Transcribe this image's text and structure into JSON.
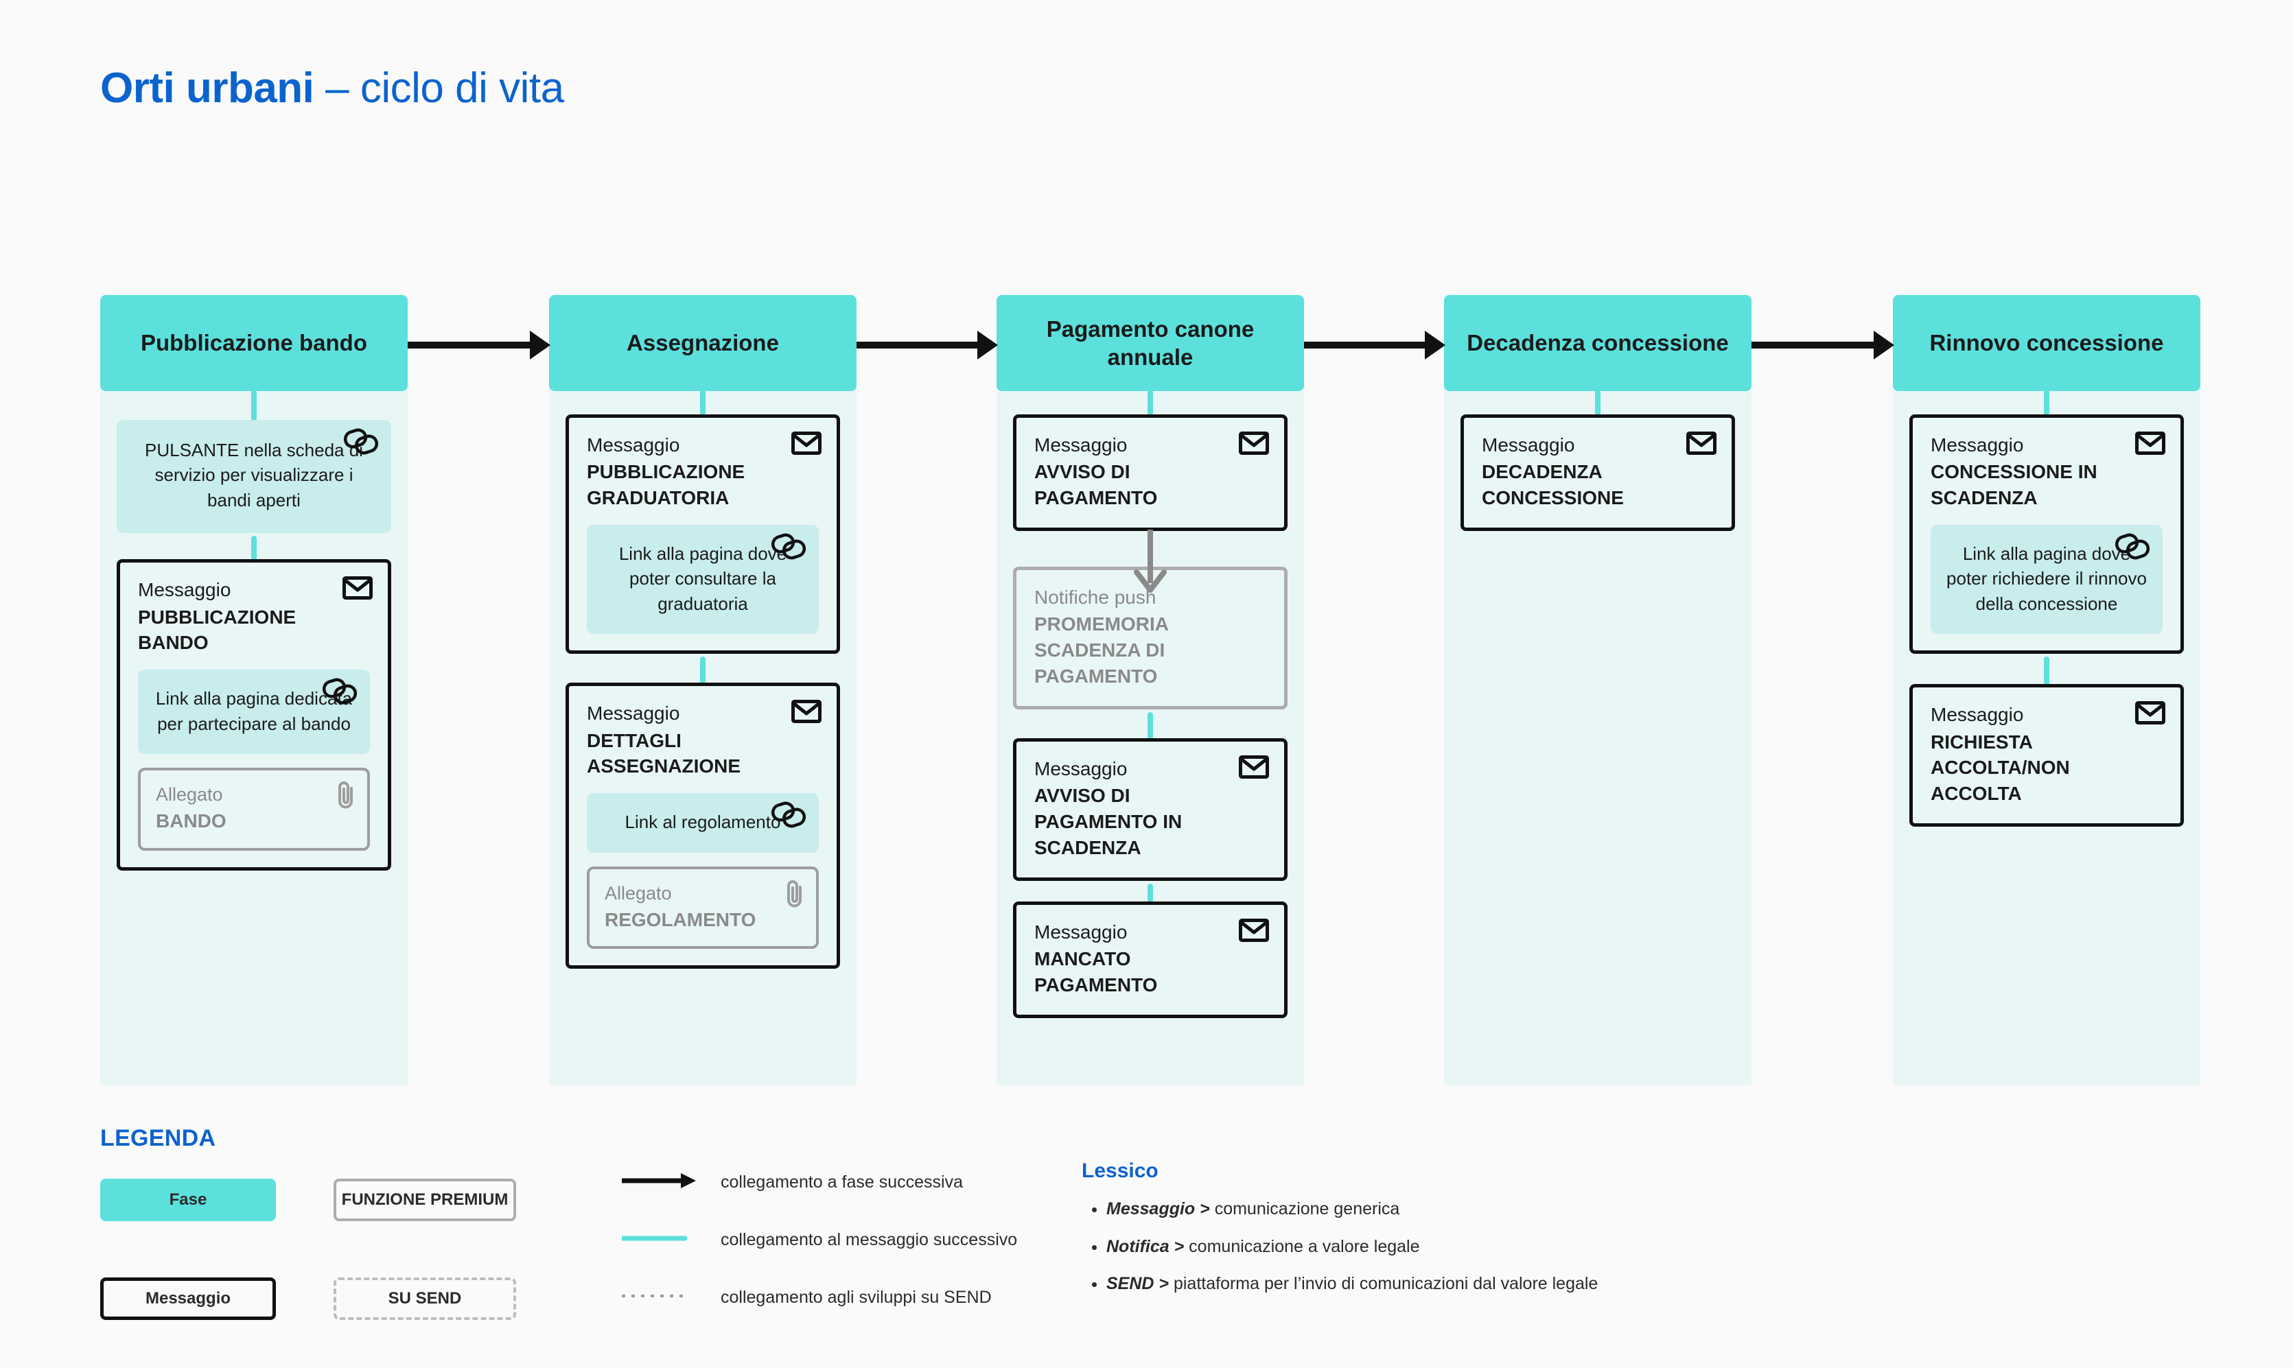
{
  "title": {
    "strong": "Orti urbani",
    "light": " – ciclo di vita"
  },
  "columns": [
    {
      "phase": "Pubblicazione bando",
      "nodes": [
        {
          "kind": "plainlink",
          "icon": "link-icon",
          "text": "PULSANTE nella scheda di servizio per visualizzare i bandi aperti"
        },
        {
          "kind": "message",
          "icon": "envelope-icon",
          "kicker": "Messaggio",
          "title": "PUBBLICAZIONE BANDO",
          "link": {
            "icon": "link-icon",
            "text": "Link alla pagina dedicata per partecipare al bando"
          },
          "attachment": {
            "icon": "paperclip-icon",
            "kicker": "Allegato",
            "name": "BANDO"
          }
        }
      ]
    },
    {
      "phase": "Assegnazione",
      "nodes": [
        {
          "kind": "message",
          "icon": "envelope-icon",
          "kicker": "Messaggio",
          "title": "PUBBLICAZIONE GRADUATORIA",
          "link": {
            "icon": "link-icon",
            "text": "Link alla pagina dove poter consultare la graduatoria"
          }
        },
        {
          "kind": "message",
          "icon": "envelope-icon",
          "kicker": "Messaggio",
          "title": "DETTAGLI ASSEGNAZIONE",
          "link": {
            "icon": "link-icon",
            "text": "Link al regolamento"
          },
          "attachment": {
            "icon": "paperclip-icon",
            "kicker": "Allegato",
            "name": "REGOLAMENTO"
          }
        }
      ]
    },
    {
      "phase": "Pagamento canone annuale",
      "nodes": [
        {
          "kind": "message",
          "icon": "envelope-icon",
          "kicker": "Messaggio",
          "title": "AVVISO DI PAGAMENTO"
        },
        {
          "kind": "push",
          "kicker": "Notifiche push",
          "title": "PROMEMORIA SCADENZA DI PAGAMENTO"
        },
        {
          "kind": "message",
          "icon": "envelope-icon",
          "kicker": "Messaggio",
          "title": "AVVISO DI PAGAMENTO IN SCADENZA"
        },
        {
          "kind": "message",
          "icon": "envelope-icon",
          "kicker": "Messaggio",
          "title": "MANCATO PAGAMENTO"
        }
      ]
    },
    {
      "phase": "Decadenza concessione",
      "nodes": [
        {
          "kind": "message",
          "icon": "envelope-icon",
          "kicker": "Messaggio",
          "title": "DECADENZA CONCESSIONE"
        }
      ]
    },
    {
      "phase": "Rinnovo concessione",
      "nodes": [
        {
          "kind": "message",
          "icon": "envelope-icon",
          "kicker": "Messaggio",
          "title": "CONCESSIONE IN SCADENZA",
          "link": {
            "icon": "link-icon",
            "text": "Link alla pagina dove poter richiedere il rinnovo della concessione"
          }
        },
        {
          "kind": "message",
          "icon": "envelope-icon",
          "kicker": "Messaggio",
          "title": "RICHIESTA ACCOLTA/NON ACCOLTA"
        }
      ]
    }
  ],
  "legend": {
    "title": "LEGENDA",
    "chips": [
      {
        "label": "Fase",
        "style": "phase"
      },
      {
        "label": "FUNZIONE PREMIUM",
        "style": "premium"
      },
      {
        "label": "Messaggio",
        "style": "message"
      },
      {
        "label": "SU SEND",
        "style": "send"
      }
    ],
    "lines": [
      {
        "kind": "arrow-solid-black",
        "label": "collegamento a fase successiva"
      },
      {
        "kind": "line-solid-teal",
        "label": "collegamento al messaggio successivo"
      },
      {
        "kind": "line-dotted-grey",
        "label": "collegamento agli sviluppi su SEND"
      }
    ],
    "lessico": {
      "title": "Lessico",
      "items": [
        {
          "term": "Messaggio >",
          "def": " comunicazione generica"
        },
        {
          "term": "Notifica >",
          "def": " comunicazione a valore legale"
        },
        {
          "term": "SEND >",
          "def": " piattaforma per  l’invio di comunicazioni dal valore legale"
        }
      ]
    }
  },
  "colors": {
    "accent_blue": "#0b63ce",
    "phase_teal": "#5ce0dc",
    "column_bg": "#e9f6f6",
    "link_bg": "#c9ecec",
    "page_bg": "#fafafa",
    "grey": "#8a8a8a"
  }
}
